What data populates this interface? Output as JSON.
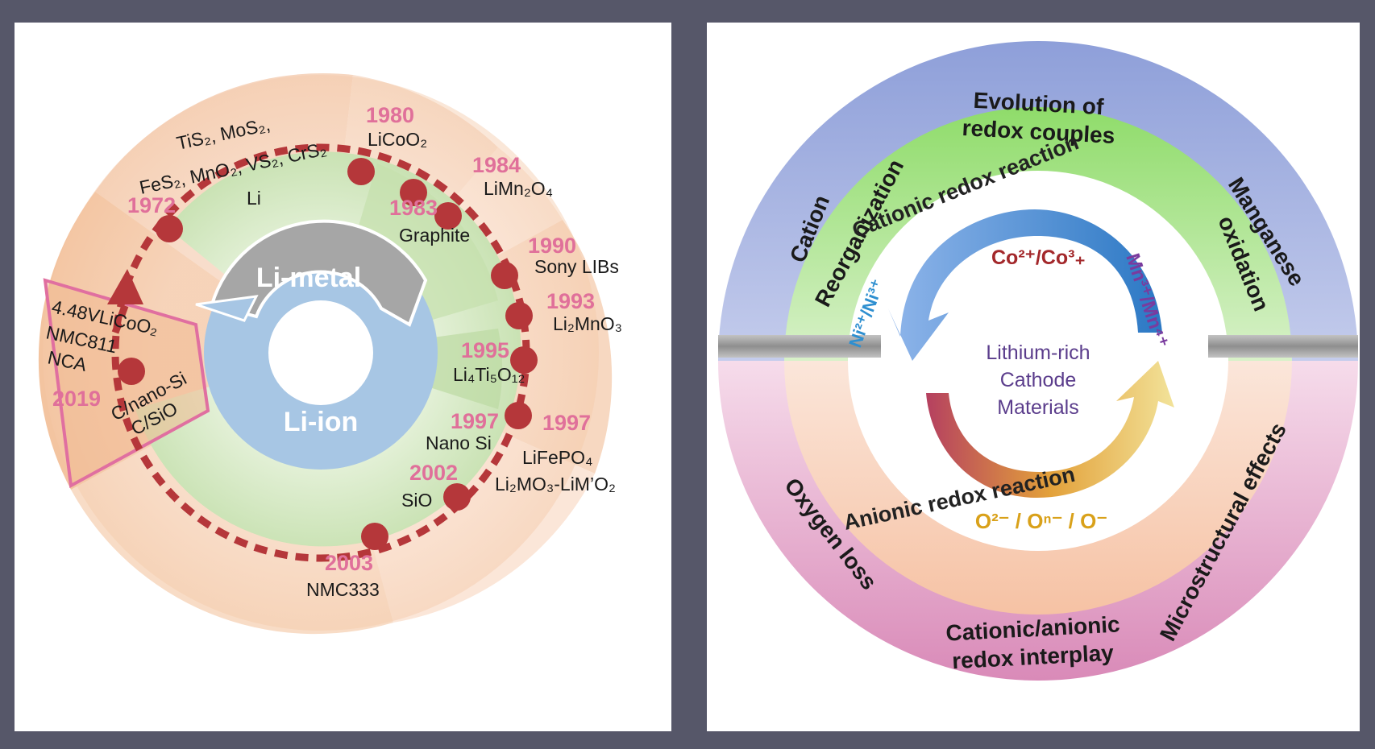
{
  "left": {
    "center": {
      "top_label": "Li-metal",
      "bottom_label": "Li-ion"
    },
    "milestones": {
      "y1972": "1972",
      "sulfides_line1": "TiS₂, MoS₂,",
      "sulfides_line2": "FeS₂, MnO₂, VS₂, CrS₂",
      "li": "Li",
      "y1980": "1980",
      "licoo2": "LiCoO₂",
      "y1984": "1984",
      "limn2o4": "LiMn₂O₄",
      "y1983": "1983",
      "graphite": "Graphite",
      "y1990": "1990",
      "sony": "Sony LIBs",
      "y1993": "1993",
      "li2mno3": "Li₂MnO₃",
      "y1995": "1995",
      "li4ti5o12": "Li₄Ti₅O₁₂",
      "y1997a": "1997",
      "nanosi": "Nano Si",
      "y1997b": "1997",
      "lifepo4": "LiFePO₄",
      "y2002": "2002",
      "sio": "SiO",
      "li2mo3": "Li₂MO₃-LiM’O₂",
      "y2003": "2003",
      "nmc333": "NMC333",
      "y2019": "2019",
      "hv_licoo2": "4.48VLiCoO₂",
      "nmc811": "NMC811",
      "nca": "NCA",
      "c_nano_si": "C/nano-Si",
      "c_sio": "C/SiO"
    }
  },
  "right": {
    "outer_top": {
      "line1": "Evolution of",
      "line2": "redox couples"
    },
    "cation": "Cation",
    "reorganization": "Reorganization",
    "manganese": "Manganese",
    "oxidation": "oxidation",
    "cationic_redox": "Cationic redox reaction",
    "co": "Co²⁺/Co³₊",
    "ni": "Ni²⁺/Ni³⁺",
    "mn": "Mn³⁺/Mn⁴⁺",
    "center": {
      "line1": "Lithium-rich",
      "line2": "Cathode",
      "line3": "Materials"
    },
    "oxygen_species": "O²⁻ / Oⁿ⁻ / O⁻",
    "anionic_redox": "Anionic redox reaction",
    "oxygen_loss": "Oxygen loss",
    "microstructural": "Microstructural effects",
    "interplay": {
      "line1": "Cationic/anionic",
      "line2": "redox interplay"
    }
  },
  "colors": {
    "frame": "#565769",
    "year_pink": "#e0709a",
    "dot_red": "#b5373a",
    "li_ion_blue": "#a7c6e4",
    "li_metal_gray": "#a6a6a6",
    "cation_dark_red": "#a3282b",
    "nickel_blue": "#2e8fd0",
    "manganese_purple": "#7a3b9e",
    "oxygen_gold": "#d9a11a",
    "center_purple": "#5b3d8c"
  }
}
